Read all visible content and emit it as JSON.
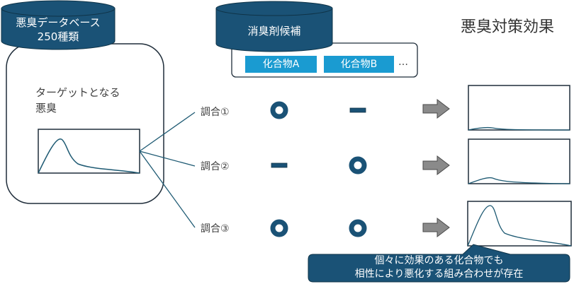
{
  "colors": {
    "dark_blue": "#1a5276",
    "chip_blue": "#1a9bd1",
    "arrow_gray": "#8a8a8a",
    "line": "#1e5a73"
  },
  "malodor_db": {
    "line1": "悪臭データベース",
    "line2": "250種類"
  },
  "target": {
    "line1": "ターゲットとなる",
    "line2": "悪臭"
  },
  "deodorant_db": {
    "label": "消臭剤候補"
  },
  "compounds": [
    {
      "label": "化合物A"
    },
    {
      "label": "化合物B"
    }
  ],
  "compounds_more": "…",
  "effect_title": "悪臭対策効果",
  "formulations": [
    {
      "label": "調合①",
      "compound_a": "circle",
      "compound_b": "dash"
    },
    {
      "label": "調合②",
      "compound_a": "dash",
      "compound_b": "circle"
    },
    {
      "label": "調合③",
      "compound_a": "circle",
      "compound_b": "circle"
    }
  ],
  "callout": {
    "line1": "個々に効果のある化合物でも",
    "line2": "相性により悪化する組み合わせが存在"
  }
}
